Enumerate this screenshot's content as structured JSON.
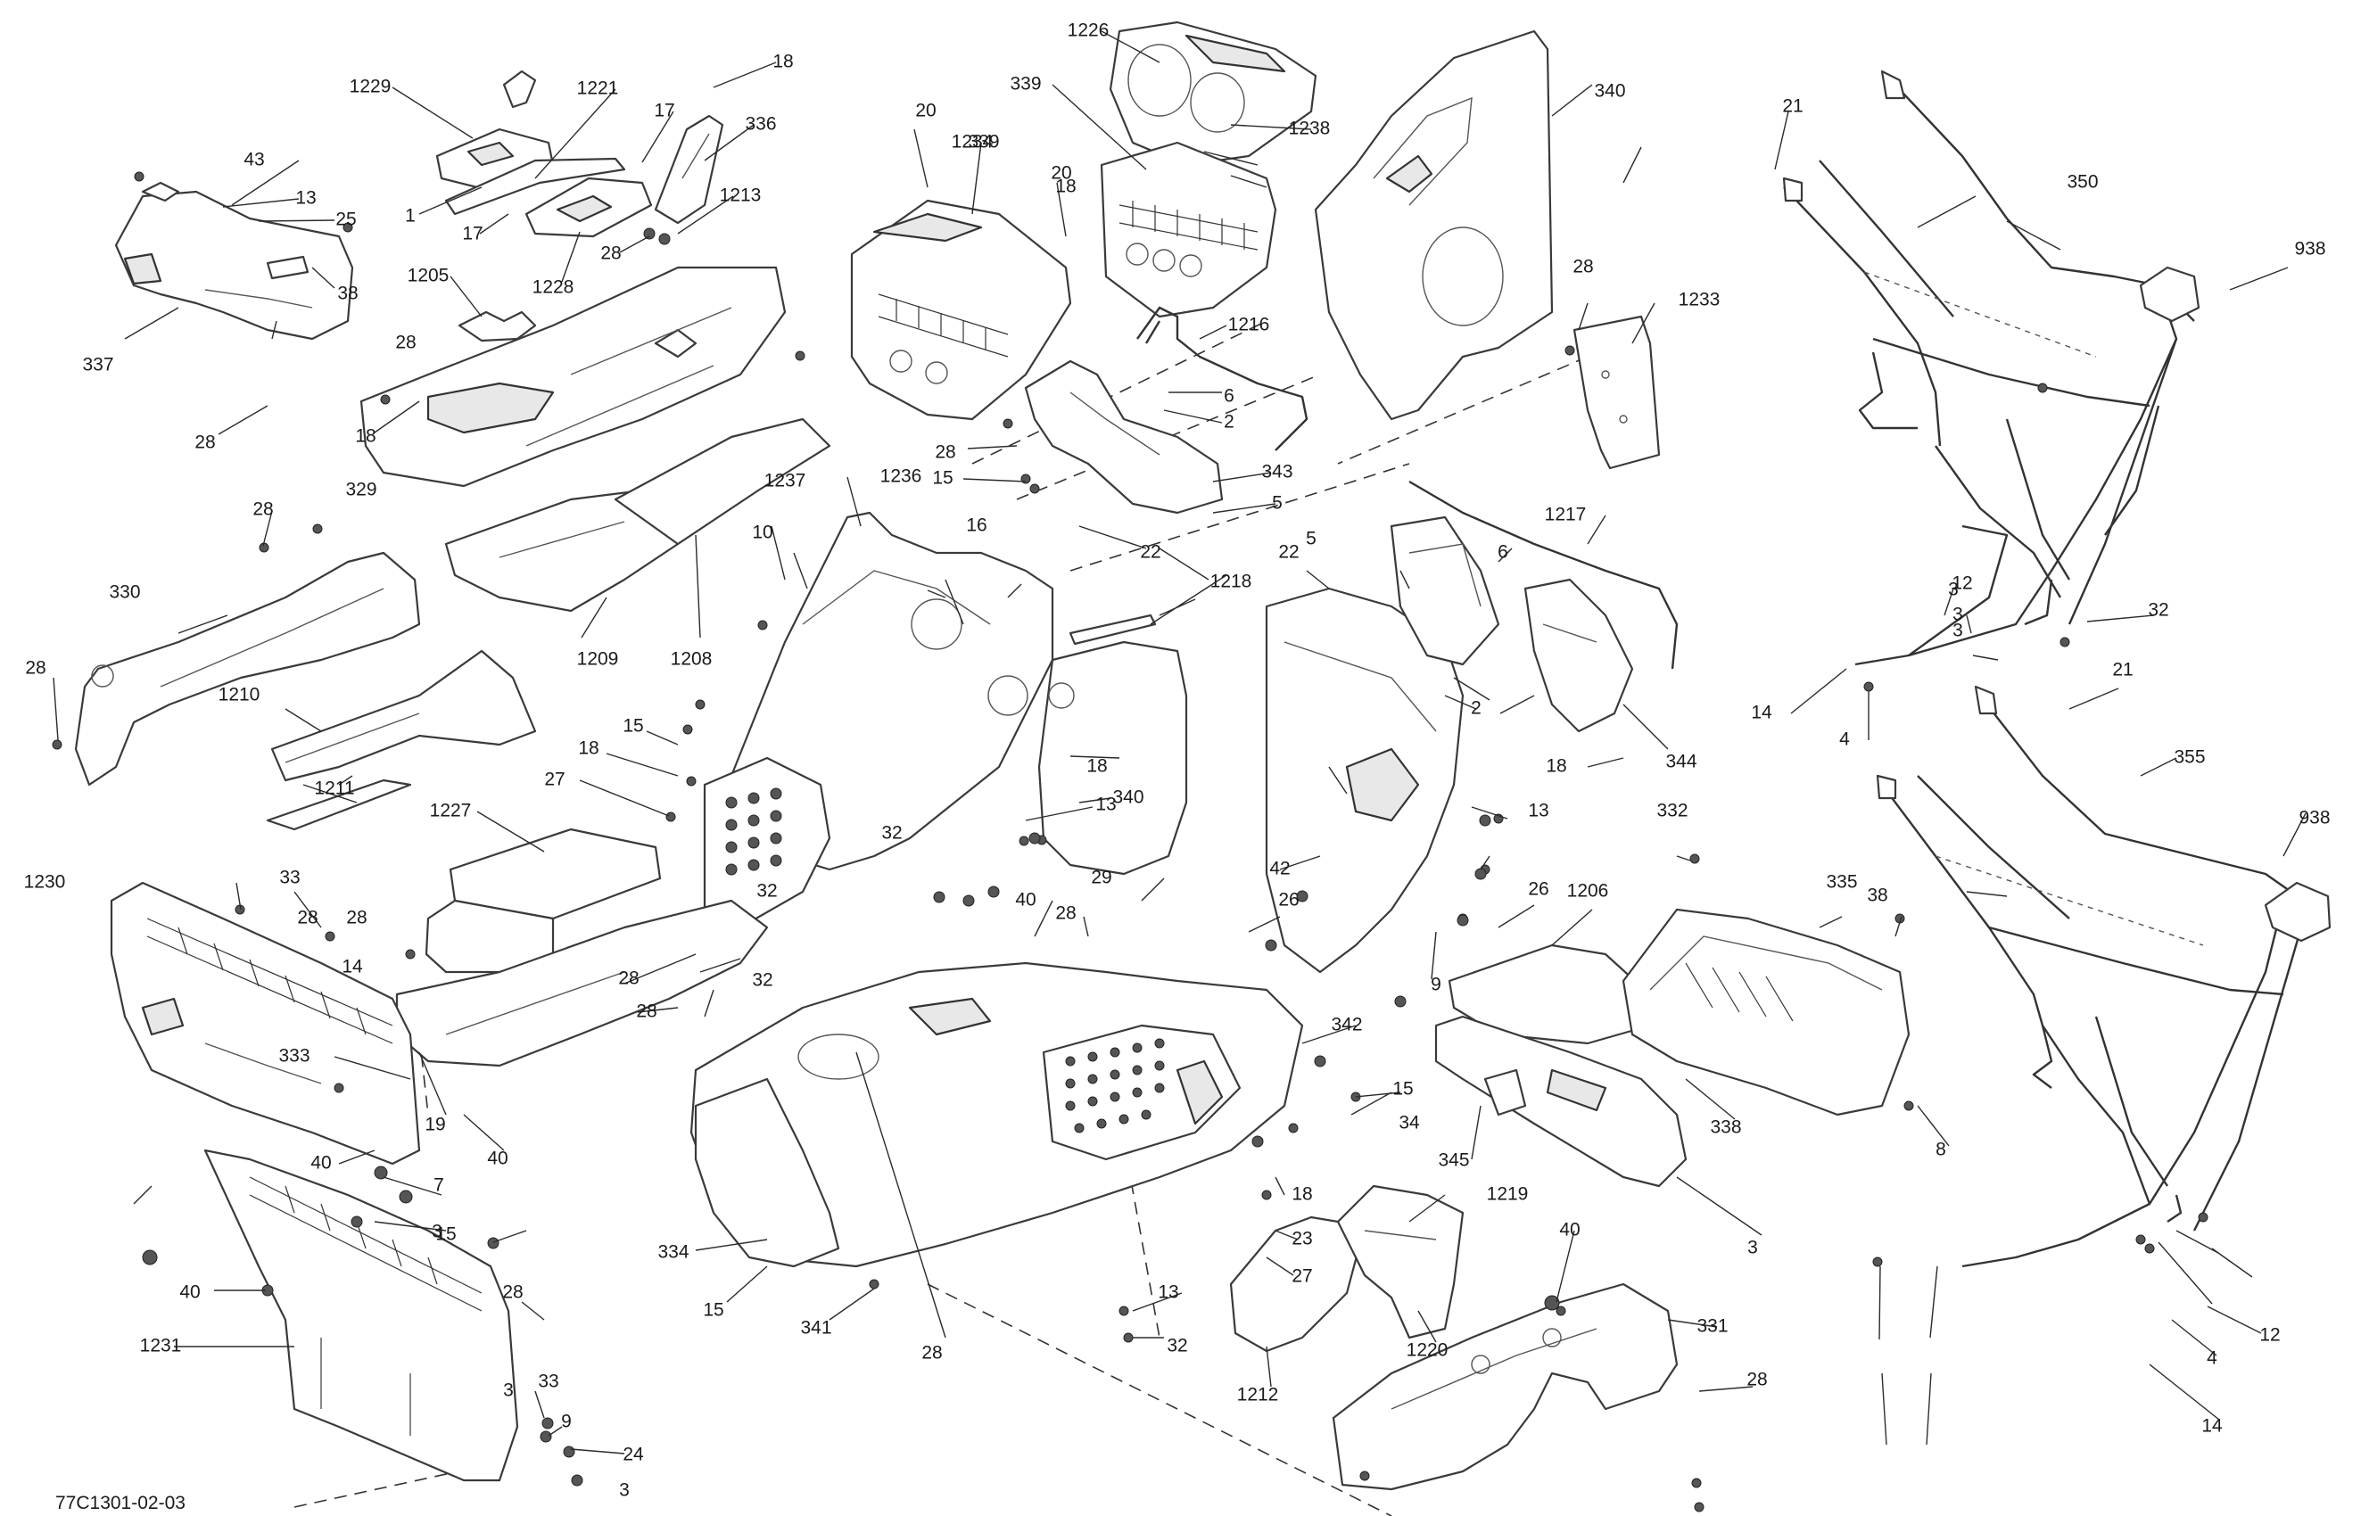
{
  "diagram": {
    "code": "77C1301-02-03",
    "labels": [
      "1229",
      "1221",
      "18",
      "17",
      "336",
      "43",
      "13",
      "25",
      "1",
      "17",
      "1213",
      "28",
      "38",
      "1228",
      "1205",
      "337",
      "28",
      "18",
      "329",
      "28",
      "1226",
      "339",
      "1234",
      "1238",
      "20",
      "339",
      "20",
      "18",
      "1216",
      "6",
      "2",
      "28",
      "15",
      "343",
      "5",
      "16",
      "1236",
      "1237",
      "10",
      "340",
      "28",
      "1233",
      "350",
      "21",
      "938",
      "330",
      "28",
      "1210",
      "1209",
      "1208",
      "28",
      "22",
      "1218",
      "22",
      "5",
      "1217",
      "6",
      "2",
      "344",
      "18",
      "15",
      "18",
      "27",
      "1227",
      "1211",
      "33",
      "1230",
      "28",
      "28",
      "14",
      "3",
      "18",
      "13",
      "340",
      "32",
      "29",
      "40",
      "28",
      "26",
      "42",
      "332",
      "13",
      "9",
      "26",
      "1206",
      "335",
      "38",
      "3",
      "12",
      "32",
      "3",
      "14",
      "4",
      "21",
      "355",
      "938",
      "32",
      "32",
      "28",
      "28",
      "19",
      "40",
      "333",
      "40",
      "7",
      "3",
      "15",
      "28",
      "40",
      "3",
      "33",
      "9",
      "24",
      "1231",
      "3",
      "342",
      "15",
      "18",
      "23",
      "27",
      "13",
      "32",
      "1212",
      "1219",
      "40",
      "1220",
      "331",
      "28",
      "334",
      "15",
      "341",
      "28",
      "345",
      "34",
      "338",
      "3",
      "8",
      "12",
      "4",
      "14",
      "3"
    ]
  }
}
